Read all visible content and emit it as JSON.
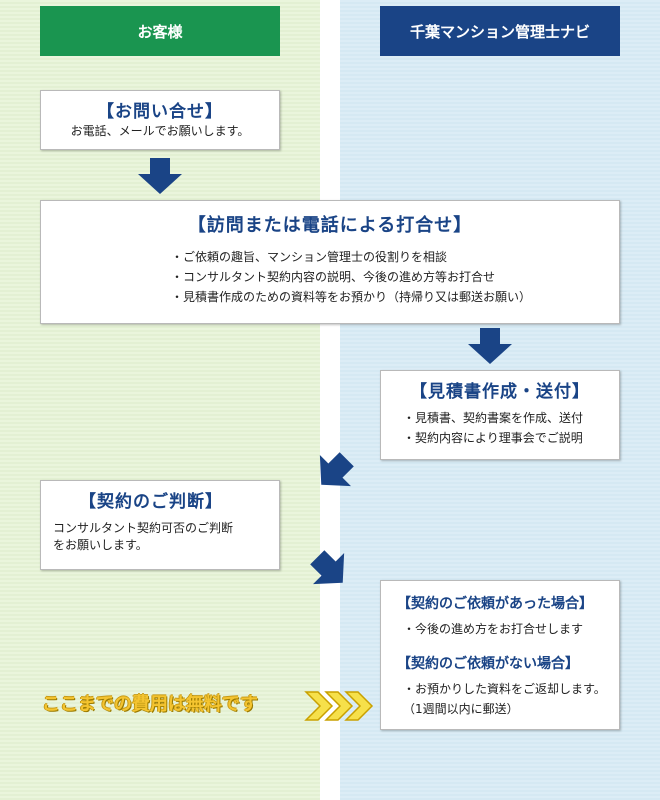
{
  "columns": {
    "left_header": "お客様",
    "right_header": "千葉マンション管理士ナビ"
  },
  "steps": {
    "inquiry": {
      "title": "【お問い合せ】",
      "lines": [
        "お電話、メールでお願いします。"
      ]
    },
    "meeting": {
      "title": "【訪問または電話による打合せ】",
      "lines": [
        "・ご依頼の趣旨、マンション管理士の役割りを相談",
        "・コンサルタント契約内容の説明、今後の進め方等お打合せ",
        "・見積書作成のための資料等をお預かり（持帰り又は郵送お願い）"
      ]
    },
    "estimate": {
      "title": "【見積書作成・送付】",
      "lines": [
        "・見積書、契約書案を作成、送付",
        "・契約内容により理事会でご説明"
      ]
    },
    "decision": {
      "title": "【契約のご判断】",
      "lines": [
        "コンサルタント契約可否のご判断",
        "をお願いします。"
      ]
    },
    "result": {
      "requested_title": "【契約のご依頼があった場合】",
      "requested_lines": [
        "・今後の進め方をお打合せします"
      ],
      "not_requested_title": "【契約のご依頼がない場合】",
      "not_requested_lines": [
        "・お預かりした資料をご返却します。",
        "（1週間以内に郵送）"
      ]
    }
  },
  "free_note": "ここまでの費用は無料です",
  "colors": {
    "left_header_bg": "#1a9550",
    "right_header_bg": "#1a4486",
    "arrow": "#1a4486",
    "title_text": "#1a4486",
    "free_note": "#f4c430",
    "chevron": "#f6e04a"
  }
}
